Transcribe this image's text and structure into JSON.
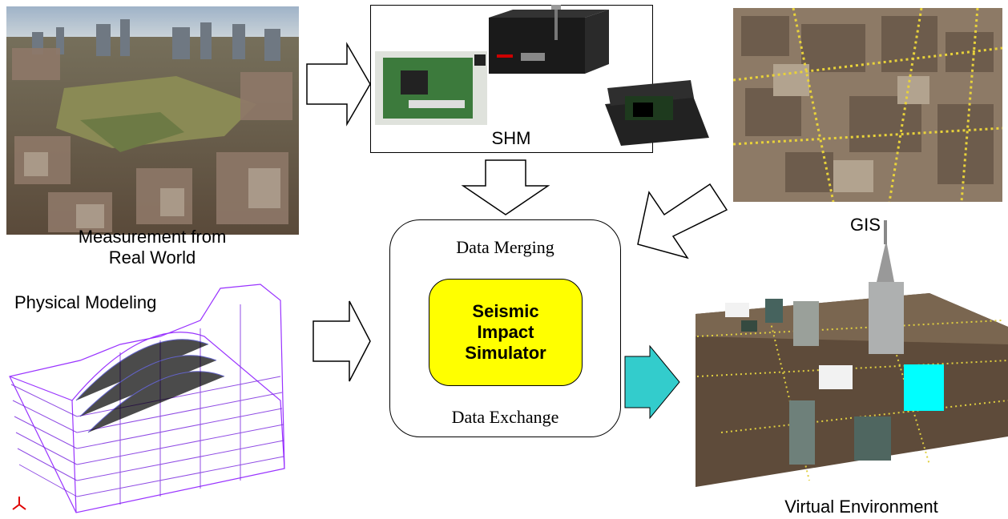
{
  "labels": {
    "measurement_line1": "Measurement from",
    "measurement_line2": "Real World",
    "shm": "SHM",
    "gis": "GIS",
    "physical_modeling": "Physical Modeling",
    "virtual_environment": "Virtual Environment",
    "data_merging": "Data Merging",
    "data_exchange": "Data Exchange",
    "simulator_line1": "Seismic",
    "simulator_line2": "Impact",
    "simulator_line3": "Simulator"
  },
  "colors": {
    "simulator_fill": "#ffff00",
    "teal_arrow": "#33cccc",
    "wireframe": "#9933ff",
    "cyan_building": "#00ffff"
  }
}
